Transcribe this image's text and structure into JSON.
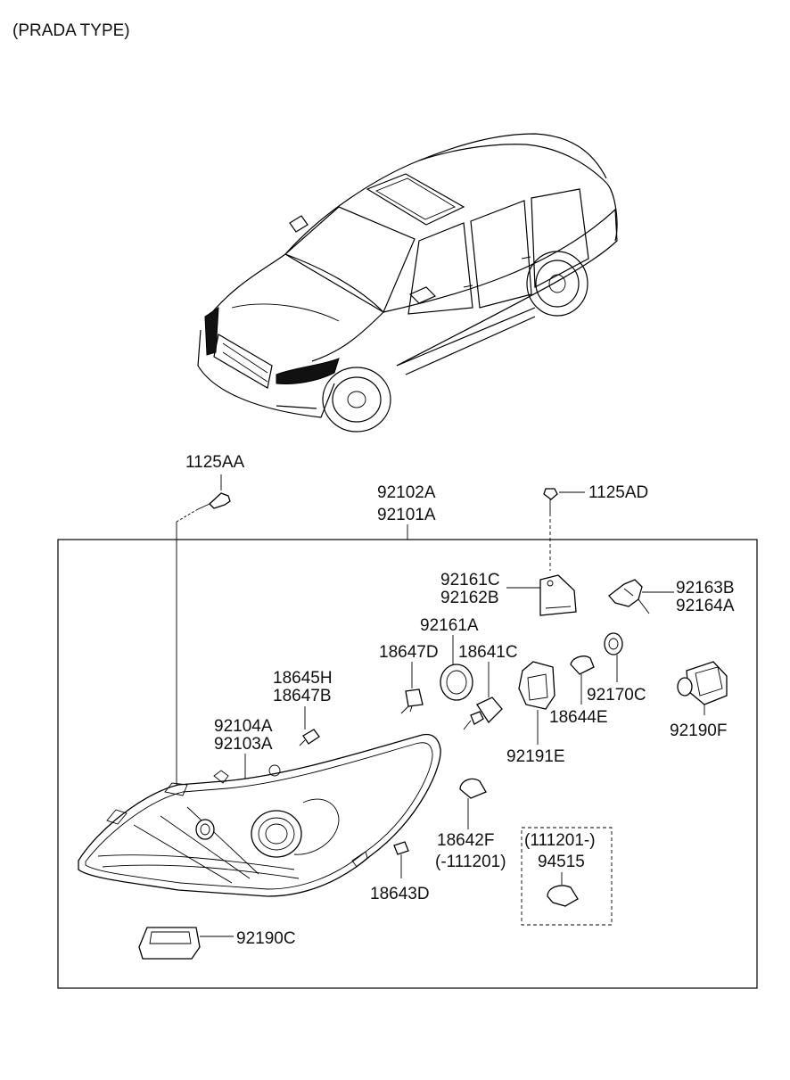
{
  "header": {
    "type_label": "(PRADA TYPE)"
  },
  "parts": {
    "p1125AA": "1125AA",
    "p92102A": "92102A",
    "p92101A": "92101A",
    "p1125AD": "1125AD",
    "p92161C": "92161C",
    "p92162B": "92162B",
    "p92163B": "92163B",
    "p92164A": "92164A",
    "p92161A": "92161A",
    "p18647D": "18647D",
    "p18641C": "18641C",
    "p18645H": "18645H",
    "p18647B": "18647B",
    "p92170C": "92170C",
    "p18644E": "18644E",
    "p92190F": "92190F",
    "p92104A": "92104A",
    "p92103A": "92103A",
    "p92191E": "92191E",
    "p18642F": "18642F",
    "p111201_note": "(-111201)",
    "p111201_from": "(111201-)",
    "p94515": "94515",
    "p18643D": "18643D",
    "p92190C": "92190C"
  }
}
